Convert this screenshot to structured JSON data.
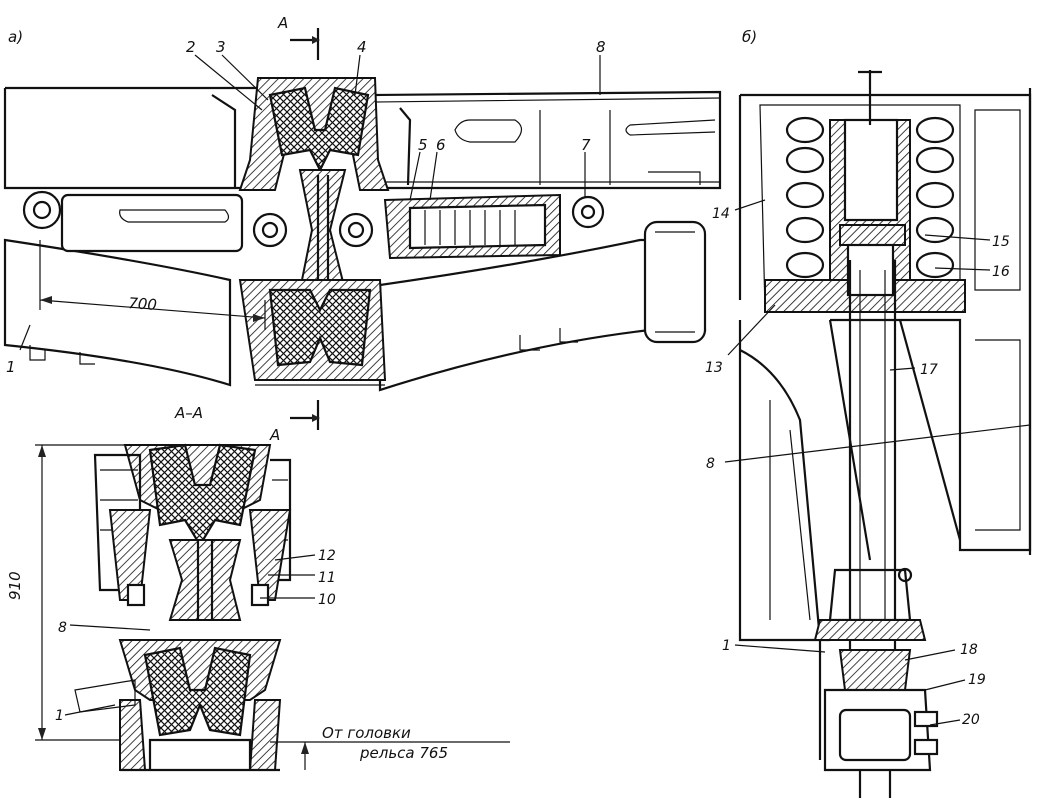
{
  "views": {
    "a": "а)",
    "b": "б)"
  },
  "section": {
    "cut_marker": "А",
    "title": "А–А"
  },
  "dimensions": {
    "d700": "700",
    "d910": "910",
    "rail_note_line1": "От головки",
    "rail_note_line2": "рельса 765"
  },
  "labels": {
    "n1a": "1",
    "n2": "2",
    "n3": "3",
    "n4": "4",
    "n5": "5",
    "n6": "6",
    "n7": "7",
    "n8a": "8",
    "n8b": "8",
    "n1b": "1",
    "n10": "10",
    "n11": "11",
    "n12": "12",
    "n14": "14",
    "n15": "15",
    "n16": "16",
    "n13": "13",
    "n17": "17",
    "n8c": "8",
    "n1c": "1",
    "n18": "18",
    "n19": "19",
    "n20": "20"
  }
}
